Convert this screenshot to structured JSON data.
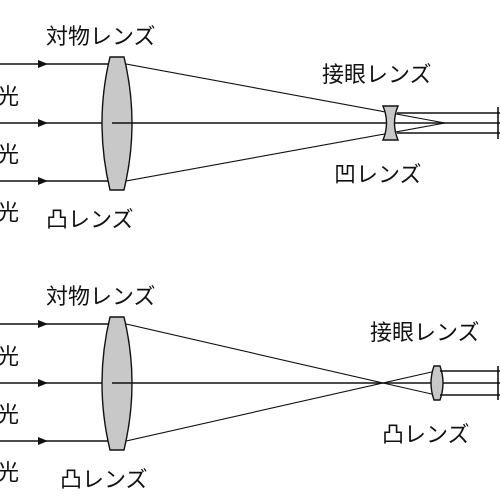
{
  "top": {
    "objective_label": "対物レンズ",
    "objective_type_label": "凸レンズ",
    "eyepiece_label": "接眼レンズ",
    "eyepiece_type_label": "凹レンズ",
    "light_labels": [
      "光",
      "光",
      "光"
    ]
  },
  "bottom": {
    "objective_label": "対物レンズ",
    "objective_type_label": "凸レンズ",
    "eyepiece_label": "接眼レンズ",
    "eyepiece_type_label": "凸レンズ",
    "light_labels": [
      "光",
      "光",
      "光"
    ]
  }
}
